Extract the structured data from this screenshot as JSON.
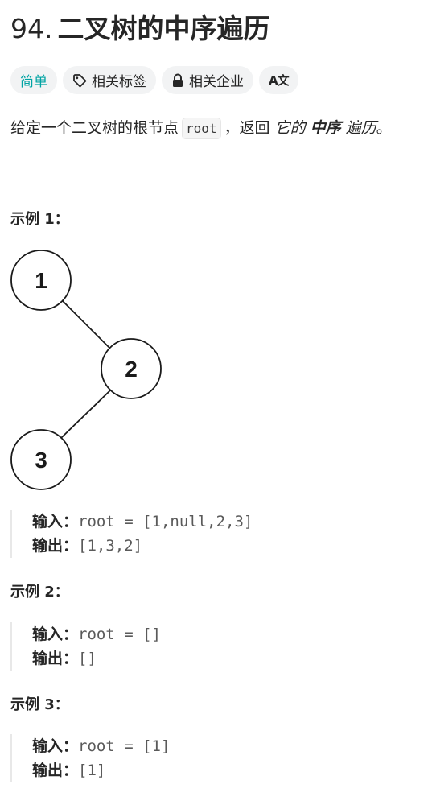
{
  "problem": {
    "number": "94.",
    "title": "二叉树的中序遍历"
  },
  "tags": {
    "difficulty": "简单",
    "related_tags": "相关标签",
    "related_companies": "相关企业",
    "translate_icon_text": "A文"
  },
  "description": {
    "prefix": "给定一个二叉树的根节点",
    "code": "root",
    "middle": "，返回",
    "em1": "它的",
    "strong": "中序",
    "em2": "遍历",
    "suffix": "。"
  },
  "examples": [
    {
      "heading": "示例 1：",
      "input_label": "输入：",
      "input_value": "root = [1,null,2,3]",
      "output_label": "输出：",
      "output_value": "[1,3,2]"
    },
    {
      "heading": "示例 2：",
      "input_label": "输入：",
      "input_value": "root = []",
      "output_label": "输出：",
      "output_value": "[]"
    },
    {
      "heading": "示例 3：",
      "input_label": "输入：",
      "input_value": "root = [1]",
      "output_label": "输出：",
      "output_value": "[1]"
    }
  ],
  "tree": {
    "nodes": [
      "1",
      "2",
      "3"
    ]
  },
  "colors": {
    "easy": "#00a3a3",
    "text": "#262626",
    "tag_bg": "#f2f3f4",
    "code_value": "#5a5a5a"
  }
}
